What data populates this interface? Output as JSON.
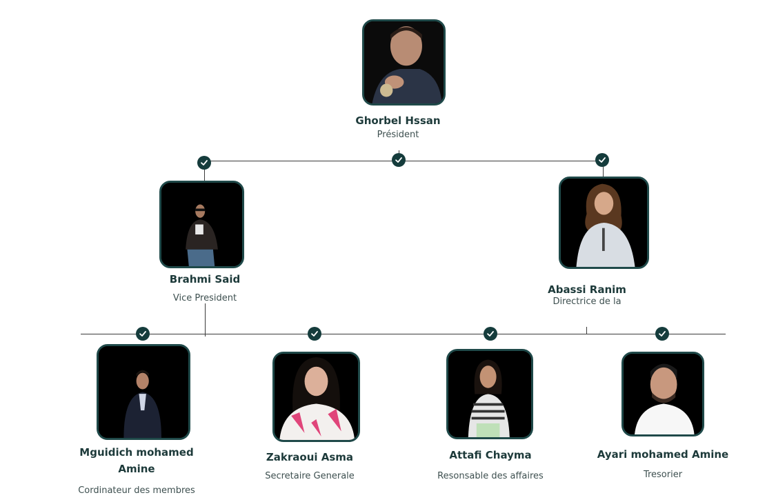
{
  "members": {
    "president": {
      "name": "Ghorbel Hssan",
      "role": "Président"
    },
    "vice_president": {
      "name": "Brahmi Said",
      "role": "Vice President"
    },
    "directrice": {
      "name": "Abassi Ranim",
      "role": "Directrice de la"
    },
    "coordinateur": {
      "name_line1": "Mguidich mohamed",
      "name_line2": "Amine",
      "role": "Cordinateur des membres"
    },
    "secretaire": {
      "name": "Zakraoui Asma",
      "role": "Secretaire Generale"
    },
    "responsable": {
      "name": "Attafi Chayma",
      "role": "Resonsable des affaires"
    },
    "tresorier": {
      "name": "Ayari mohamed Amine",
      "role": "Tresorier"
    }
  },
  "icons": {
    "connector": "check-icon",
    "portrait": "person-photo"
  },
  "colors": {
    "accent": "#153c3c",
    "frame": "#1f4949",
    "name_text": "#1d3a3a",
    "role_text": "#3d4f4f",
    "line": "#3a3a3a",
    "photo_bg": "#000000"
  }
}
